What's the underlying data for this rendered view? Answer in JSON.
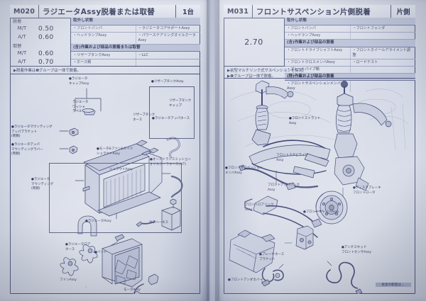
{
  "spread": {
    "left_page": {
      "header": {
        "code": "M020",
        "title": "ラジエータAssy脱着または取替",
        "unit": "1台"
      },
      "times": {
        "groups": [
          {
            "name": "脱着",
            "rows": [
              {
                "label": "M/T",
                "value": "0.50"
              },
              {
                "label": "A/T",
                "value": "0.60"
              }
            ]
          },
          {
            "name": "取替",
            "rows": [
              {
                "label": "M/T",
                "value": "0.60"
              },
              {
                "label": "A/T",
                "value": "0.70"
              }
            ]
          }
        ]
      },
      "conditions": [
        {
          "type": "head",
          "text": "取外し状態"
        },
        {
          "type": "row",
          "left": "・フロントバンパ",
          "right": "・ラジエータコアサポートAssy"
        },
        {
          "type": "row",
          "left": "・ヘッドランプAssy",
          "right": "・パワーステアリングオイルクーラAssy"
        },
        {
          "type": "head",
          "text": "(含)作業および部品の脱着または取替"
        },
        {
          "type": "row",
          "left": "・リザーブタンクAssy",
          "right": "・LLC"
        },
        {
          "type": "row",
          "left": "・ホース類",
          "right": ""
        }
      ],
      "notes": [
        "▶脱着作業は❶グループは一体で脱着。"
      ],
      "diagram_labels": [
        {
          "name": "radiator-cap",
          "text": "●ラジエータ\nキャップAssy"
        },
        {
          "name": "radiator-washer-label",
          "text": "ラジエータ\nワッシャ\nラベル"
        },
        {
          "name": "radiator-mounting-upper-bracket",
          "text": "●ラジエータマウンティング\nアッパブラケット\n(両側)"
        },
        {
          "name": "radiator-upper-mounting-rubber",
          "text": "●ラジエータアッパ\nマウンティングラバー\n(両側)"
        },
        {
          "name": "radiator-assy",
          "text": "●ラジエータAssy"
        },
        {
          "name": "radiator-mounting",
          "text": "●ラジエータ\nマウンティング\n(両側)"
        },
        {
          "name": "radiator-upper-hose",
          "text": "●ラジエータアッパホース"
        },
        {
          "name": "auto-transmission-oil-cooler-hose",
          "text": "●オートトランスミッション\nオイルクーラホース(A/T)"
        },
        {
          "name": "radiator-lower-hose",
          "text": "●ラジエータロア\nホース"
        },
        {
          "name": "hose-clamp",
          "text": "●バンド"
        },
        {
          "name": "motor-fan-side-shroud-assy",
          "text": "●モータ&ファン&サイド\nシュラウドAssy"
        },
        {
          "name": "reserve-tank-assy",
          "text": "●リザーブタンクAssy"
        },
        {
          "name": "reserve-tank-cap",
          "text": "リザーブタンク\nキャップ"
        },
        {
          "name": "reserve-tank-hose",
          "text": "リザーブタンク\nホース"
        },
        {
          "name": "shroud-assy",
          "text": "シュラウドAssy"
        },
        {
          "name": "sub-harness",
          "text": "サブハーネス"
        },
        {
          "name": "fan-assy",
          "text": "ファンAssy"
        },
        {
          "name": "motor-assy",
          "text": "モータAssy"
        }
      ]
    },
    "right_page": {
      "header": {
        "code": "M031",
        "title": "フロントサスペンション片側脱着",
        "unit": "片側"
      },
      "times": {
        "value": "2.70"
      },
      "conditions": [
        {
          "type": "head",
          "text": "取外し状態"
        },
        {
          "type": "row",
          "left": "・フロントバンパ",
          "right": "・フロントフェンダ"
        },
        {
          "type": "row",
          "left": "・ヘッドランプAssy",
          "right": ""
        },
        {
          "type": "head",
          "text": "(含)作業および部品の脱着"
        },
        {
          "type": "row",
          "left": "・フロントドライブシャフトAssy",
          "right": "・フロントホイールアライメント調整"
        },
        {
          "type": "row",
          "left": "・フロントクロスメンバAssy",
          "right": "・ロードテスト"
        },
        {
          "type": "row",
          "left": "・ブレーキパイプ類",
          "right": ""
        },
        {
          "type": "head",
          "text": "(除)作業および部品の脱着"
        },
        {
          "type": "row",
          "left": "・フロントサスペンションメンバAssy",
          "right": ""
        }
      ],
      "notes": [
        "▶前型マルチリンク式サスペンションを採用。",
        "▶❶グループは一体で脱着。"
      ],
      "diagram_labels": [
        {
          "name": "front-strut-assy",
          "text": "●フロントストラット\nAssy"
        },
        {
          "name": "front-suspension-member",
          "text": "●フロントサスペンション\nメンバAssy"
        },
        {
          "name": "front-upper-link",
          "text": "フロントアッパリンク\nAssy"
        },
        {
          "name": "front-lower-link",
          "text": "フロントロアリンク\nAssy"
        },
        {
          "name": "stabilizer-assy",
          "text": "フロントスタビライザ\nAssy"
        },
        {
          "name": "front-lower-member-assy",
          "text": "●フロントロアメンバ\nAssy"
        },
        {
          "name": "disc-brake-front-rotor",
          "text": "●ディスクブレーキ\nフロントロータ"
        },
        {
          "name": "front-caliper-assy",
          "text": "●フロントキャリパAssy"
        },
        {
          "name": "brake-hose-bracket",
          "text": "●ブレーキホース\nブラケット"
        },
        {
          "name": "anti-skid-front-sensor-assy",
          "text": "●アンチスキッド\nフロントセンサAssy"
        },
        {
          "name": "front-under-cover",
          "text": "●フロントアンダカバー"
        }
      ],
      "footer": "板金の範囲は        。"
    }
  }
}
